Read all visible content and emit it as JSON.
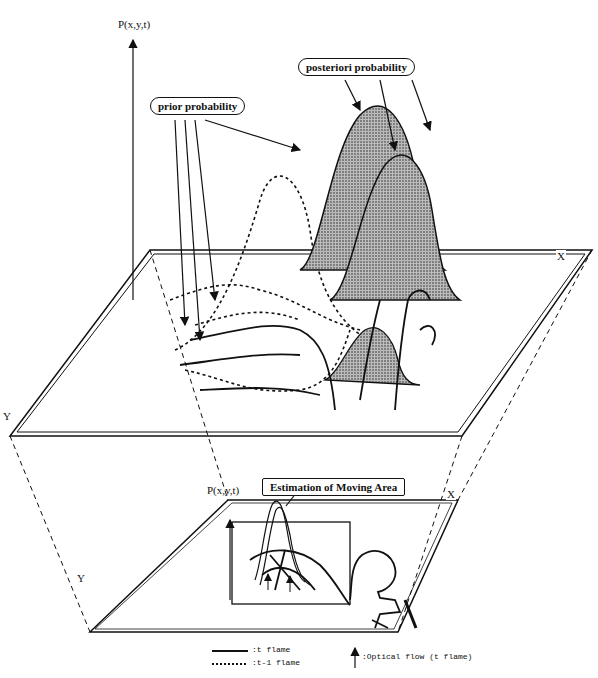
{
  "diagram": {
    "nodes": [
      {
        "text": [
          "posteriori probability"
        ]
      },
      {
        "text": [
          "prior probability"
        ]
      },
      {
        "text": [
          "Estimation of Moving Area"
        ]
      }
    ],
    "labels": [
      "P(x,y,t)",
      "X",
      "Y",
      "P(x,y,t)",
      "X",
      "Y"
    ],
    "legend": [
      {
        "text": ":t flame"
      },
      {
        "text": ":t-1 flame"
      },
      {
        "text": ":Optical flow (t flame)"
      }
    ]
  }
}
